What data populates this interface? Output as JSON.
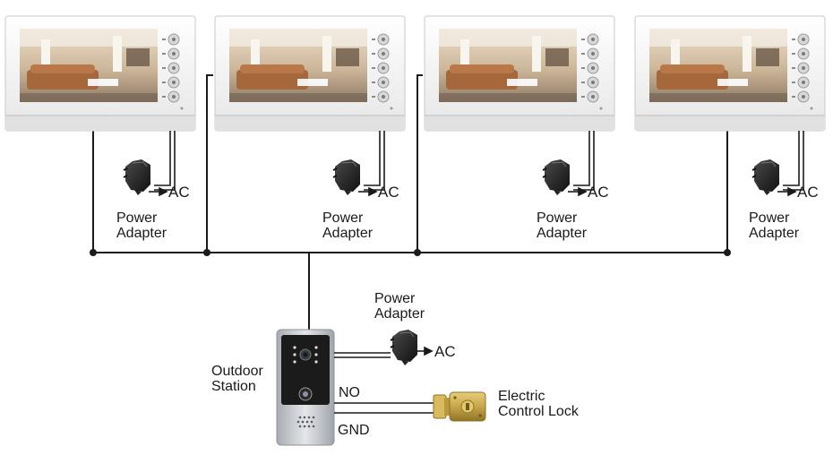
{
  "monitors": [
    {
      "id": "monitor-1",
      "adapter_label": [
        "Power",
        "Adapter"
      ],
      "ac_label": "AC"
    },
    {
      "id": "monitor-2",
      "adapter_label": [
        "Power",
        "Adapter"
      ],
      "ac_label": "AC"
    },
    {
      "id": "monitor-3",
      "adapter_label": [
        "Power",
        "Adapter"
      ],
      "ac_label": "AC"
    },
    {
      "id": "monitor-4",
      "adapter_label": [
        "Power",
        "Adapter"
      ],
      "ac_label": "AC"
    }
  ],
  "outdoor": {
    "label": [
      "Outdoor",
      "Station"
    ],
    "adapter_label": [
      "Power",
      "Adapter"
    ],
    "ac_label": "AC",
    "no_label": "NO",
    "gnd_label": "GND"
  },
  "lock": {
    "label": [
      "Electric",
      "Control Lock"
    ]
  },
  "colors": {
    "wire": "#1a1a1a",
    "monitor_frame": "#f2f2f2",
    "station_body": "#c9ccd0",
    "lock_body": "#c7a64a"
  }
}
